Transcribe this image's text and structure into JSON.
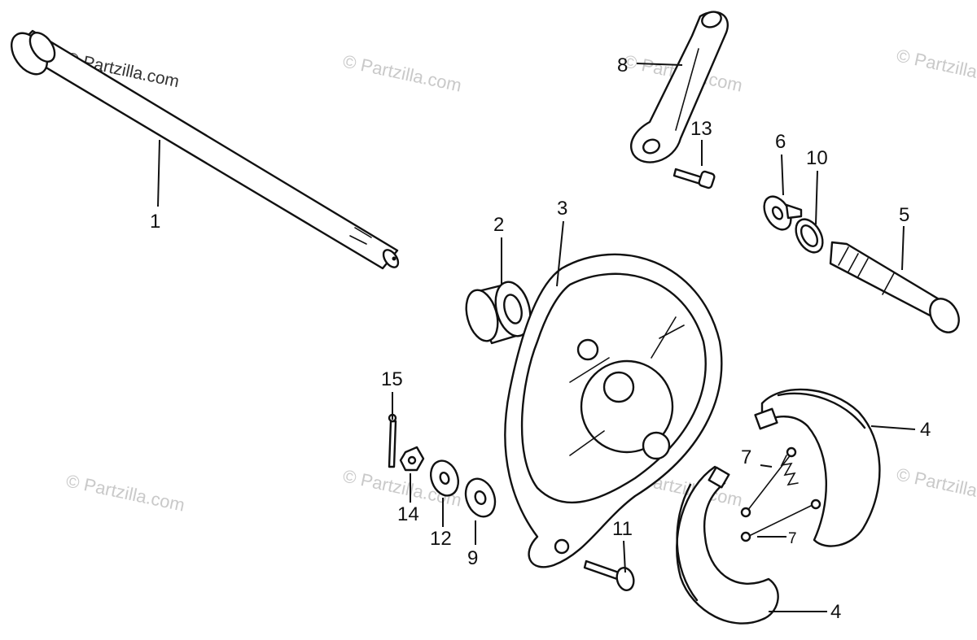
{
  "watermarks": {
    "primary": "© Partzilla.com",
    "faint": "© Partzilla.com"
  },
  "callouts": {
    "p1": "1",
    "p2": "2",
    "p3": "3",
    "p4_upper": "4",
    "p4_lower": "4",
    "p5": "5",
    "p6": "6",
    "p7_upper": "7",
    "p7_lower": "7",
    "p8": "8",
    "p9": "9",
    "p10": "10",
    "p11": "11",
    "p12": "12",
    "p13": "13",
    "p14": "14",
    "p15": "15"
  }
}
